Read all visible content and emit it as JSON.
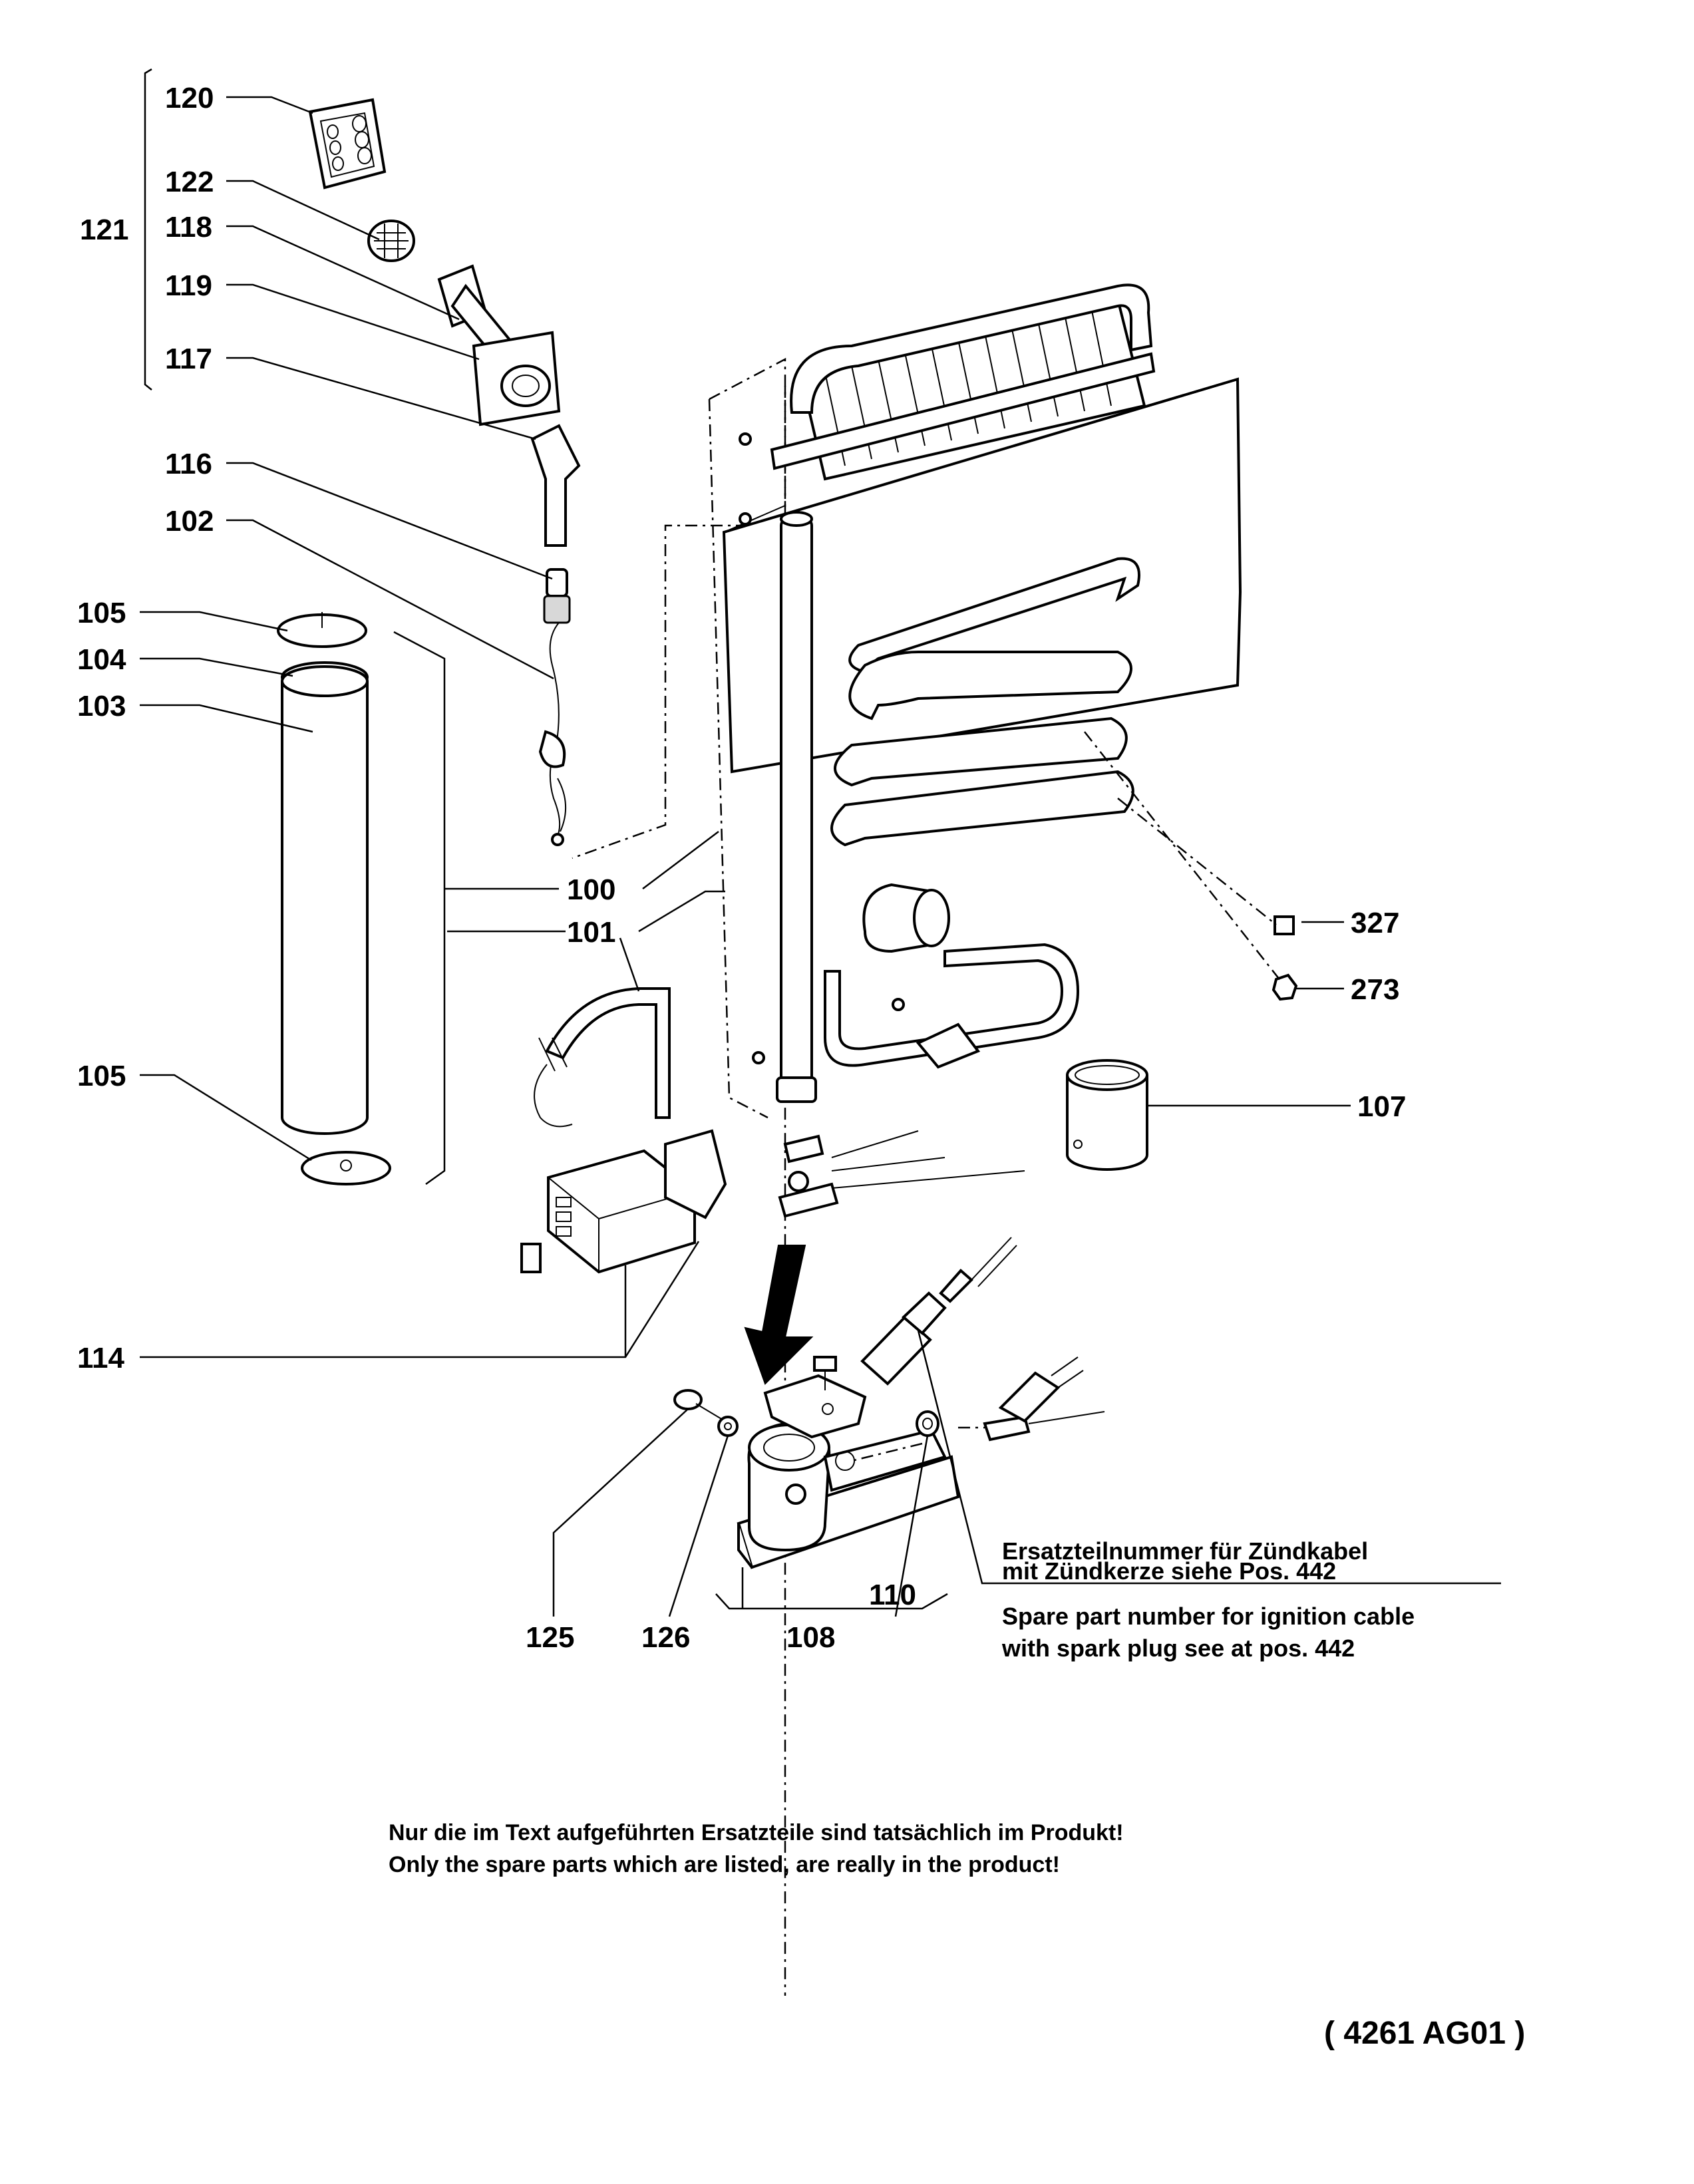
{
  "callouts": {
    "p120": "120",
    "p122": "122",
    "p121": "121",
    "p118": "118",
    "p119": "119",
    "p117": "117",
    "p116": "116",
    "p102": "102",
    "p105a": "105",
    "p104": "104",
    "p103": "103",
    "p100": "100",
    "p101": "101",
    "p105b": "105",
    "p114": "114",
    "p327": "327",
    "p273": "273",
    "p107": "107",
    "p110": "110",
    "p125": "125",
    "p126": "126",
    "p108": "108"
  },
  "notes": {
    "de_line1": "Ersatzteilnummer für Zündkabel",
    "de_line2": "mit Zündkerze siehe Pos. 442",
    "en_line1": "Spare part number for ignition cable",
    "en_line2": "with spark plug see at pos. 442"
  },
  "footer": {
    "de": "Nur die im Text aufgeführten Ersatzteile sind tatsächlich im Produkt!",
    "en": "Only the spare parts which are listed, are really in the product!"
  },
  "drawing_code": "( 4261   AG01 )"
}
